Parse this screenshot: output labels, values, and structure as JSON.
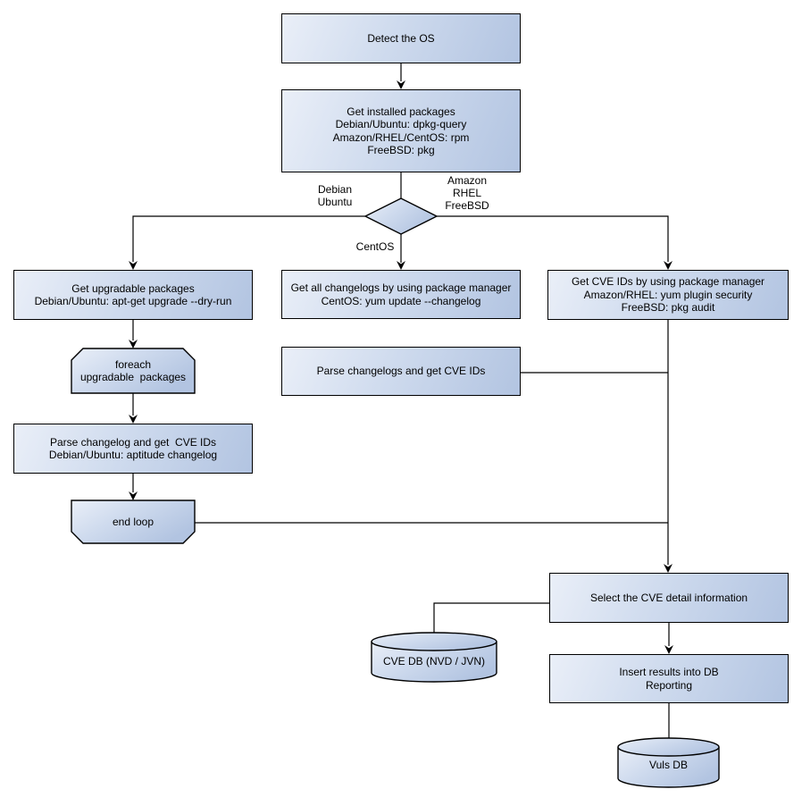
{
  "nodes": {
    "detect_os": "Detect the OS",
    "get_installed": "Get installed packages\nDebian/Ubuntu: dpkg-query\nAmazon/RHEL/CentOS: rpm\nFreeBSD: pkg",
    "get_upgradable": "Get upgradable packages\nDebian/Ubuntu: apt-get upgrade --dry-run",
    "foreach_loop": "foreach\nupgradable  packages",
    "parse_changelog_left": "Parse changelog and get  CVE IDs\nDebian/Ubuntu: aptitude changelog",
    "end_loop": "end loop",
    "get_all_changelogs": "Get all changelogs by using package manager\nCentOS: yum update --changelog",
    "parse_changelogs_mid": "Parse changelogs and get CVE IDs",
    "get_cve_ids_right": "Get CVE IDs by using package manager\nAmazon/RHEL: yum plugin security\nFreeBSD: pkg audit",
    "select_cve_detail": "Select the CVE detail information",
    "insert_results": "Insert results into DB\nReporting",
    "cve_db": "CVE DB (NVD / JVN)",
    "vuls_db": "Vuls DB"
  },
  "edge_labels": {
    "debian_ubuntu": "Debian\nUbuntu",
    "amazon_rhel_freebsd": "Amazon\nRHEL\nFreeBSD",
    "centos": "CentOS"
  },
  "colors": {
    "shape_fill_light": "#eaeff8",
    "shape_fill_dark": "#b2c4e1",
    "border": "#000000",
    "connector": "#000000",
    "background": "#ffffff",
    "text": "#000000"
  }
}
